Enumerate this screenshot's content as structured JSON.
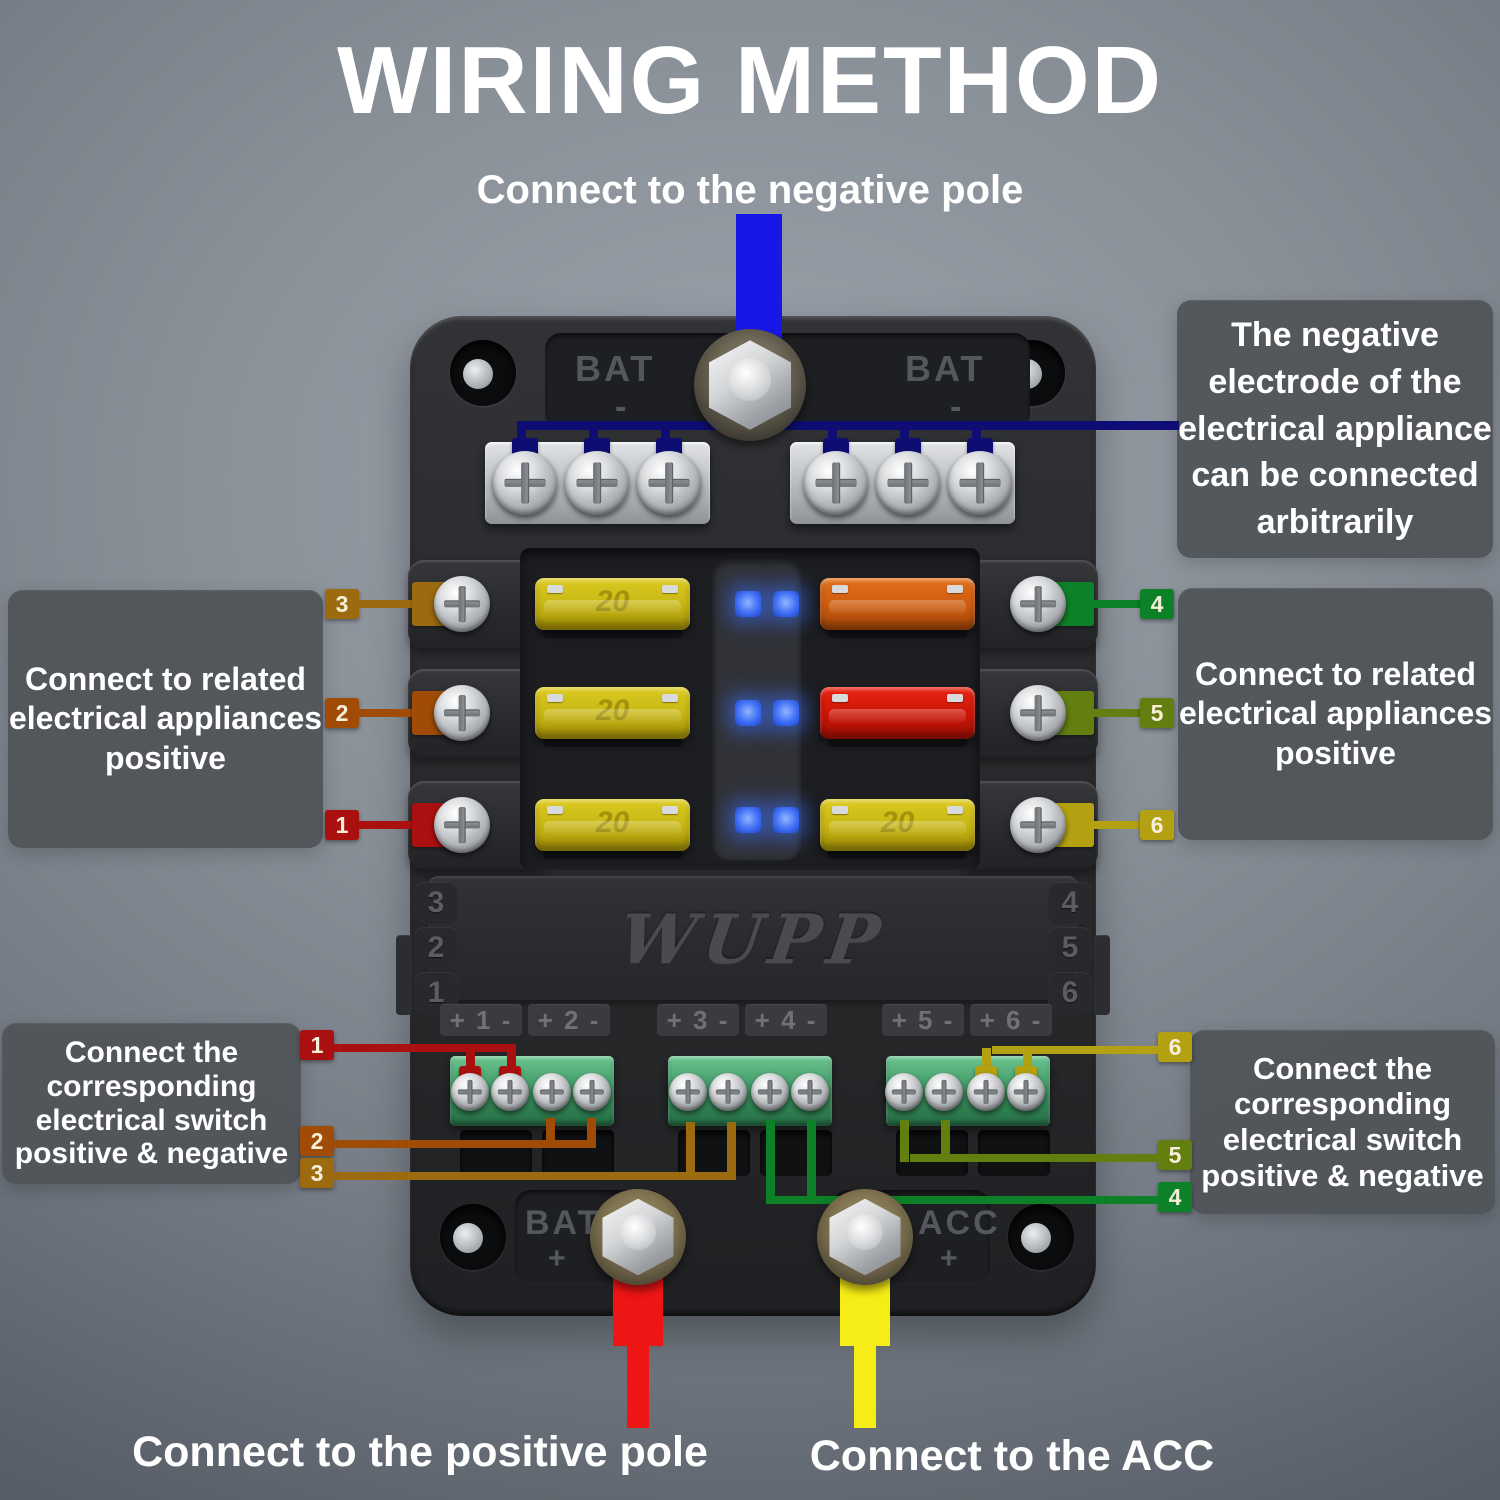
{
  "title": "WIRING METHOD",
  "callouts": {
    "negative_pole": "Connect to the negative pole",
    "negative_electrode": {
      "lines": [
        "The negative",
        "electrode of the",
        "electrical appliance",
        "can be connected",
        "arbitrarily"
      ]
    },
    "left_appliances": {
      "lines": [
        "Connect to related",
        "electrical appliances",
        "positive"
      ]
    },
    "right_appliances": {
      "lines": [
        "Connect to related",
        "electrical appliances",
        "positive"
      ]
    },
    "bottom_left_switch": {
      "lines": [
        "Connect the",
        "corresponding",
        "electrical switch",
        "positive & negative"
      ]
    },
    "bottom_right_switch": {
      "lines": [
        "Connect the",
        "corresponding",
        "electrical switch",
        "positive & negative"
      ]
    },
    "positive_pole": "Connect to the positive pole",
    "acc": "Connect to the ACC"
  },
  "device": {
    "brand": "WUPP",
    "top_left_terminal": {
      "label": "BAT",
      "sign": "-"
    },
    "top_right_terminal": {
      "label": "BAT",
      "sign": "-"
    },
    "bottom_left_terminal": {
      "label": "BAT",
      "sign": "+"
    },
    "bottom_right_terminal": {
      "label": "ACC",
      "sign": "+"
    },
    "edge_numbers_left": [
      "3",
      "2",
      "1"
    ],
    "edge_numbers_right": [
      "4",
      "5",
      "6"
    ],
    "circuit_labels": [
      "+ 1 -",
      "+ 2 -",
      "+ 3 -",
      "+ 4 -",
      "+ 5 -",
      "+ 6 -"
    ],
    "fuses": [
      {
        "position": "left-top",
        "color": "#c8b614",
        "amp": "20"
      },
      {
        "position": "left-middle",
        "color": "#c8b614",
        "amp": "20"
      },
      {
        "position": "left-bottom",
        "color": "#c8b614",
        "amp": "20"
      },
      {
        "position": "right-top",
        "color": "#cf5d10",
        "amp": ""
      },
      {
        "position": "right-middle",
        "color": "#ce1607",
        "amp": ""
      },
      {
        "position": "right-bottom",
        "color": "#c8b614",
        "amp": "20"
      }
    ]
  },
  "wire_tags": {
    "middle_left": [
      {
        "n": "3",
        "color": "#9c6b10"
      },
      {
        "n": "2",
        "color": "#a04c06"
      },
      {
        "n": "1",
        "color": "#ab1010"
      }
    ],
    "middle_right": [
      {
        "n": "4",
        "color": "#0d8128"
      },
      {
        "n": "5",
        "color": "#637f10"
      },
      {
        "n": "6",
        "color": "#b3a112"
      }
    ],
    "bottom_left": [
      {
        "n": "1",
        "color": "#ab1010"
      },
      {
        "n": "2",
        "color": "#a04c06"
      },
      {
        "n": "3",
        "color": "#9c6b10"
      }
    ],
    "bottom_right": [
      {
        "n": "6",
        "color": "#b3a112"
      },
      {
        "n": "5",
        "color": "#637f10"
      },
      {
        "n": "4",
        "color": "#0d8128"
      }
    ]
  },
  "wire_colors": {
    "negative": "#1717e8",
    "bus_negative": "#0d0d74",
    "positive": "#ee1515",
    "acc": "#f6ec16"
  }
}
